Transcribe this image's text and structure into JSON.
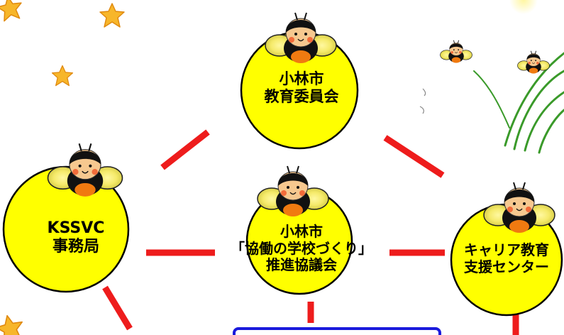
{
  "nodes": {
    "kyoiku_iinkai": {
      "line1": "小林市",
      "line2": "教育委員会"
    },
    "kssvc": {
      "line1": "KSSVC",
      "line2": "事務局"
    },
    "kyogikai": {
      "line1": "小林市",
      "line2": "「協働の学校づくり」",
      "line3": "推進協議会"
    },
    "career_center": {
      "line1": "キャリア教育",
      "line2": "支援センター"
    }
  },
  "colors": {
    "circle_fill": "#ffff00",
    "connector": "#ee1c1c",
    "bottom_box_border": "#1a1adc",
    "star": "#f7b62a",
    "grass": "#3a9a2a"
  },
  "icons": [
    "bee-mascot-icon",
    "star-icon",
    "grass-icon"
  ]
}
